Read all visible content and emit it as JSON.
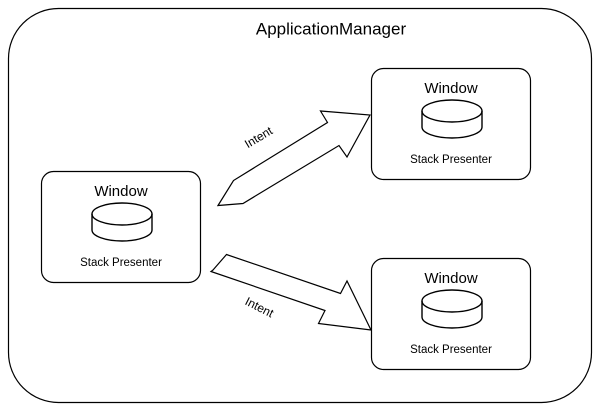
{
  "diagram": {
    "title": "ApplicationManager",
    "background_color": "#ffffff",
    "stroke_color": "#000000",
    "container": {
      "name": "ApplicationManager",
      "shape": "rounded-rectangle"
    },
    "nodes": [
      {
        "id": "window-left",
        "title": "Window",
        "icon": "cylinder-icon",
        "subtitle": "Stack Presenter"
      },
      {
        "id": "window-top-right",
        "title": "Window",
        "icon": "cylinder-icon",
        "subtitle": "Stack Presenter"
      },
      {
        "id": "window-bottom-right",
        "title": "Window",
        "icon": "cylinder-icon",
        "subtitle": "Stack Presenter"
      }
    ],
    "edges": [
      {
        "id": "edge-upper",
        "label": "Intent",
        "from": "window-left",
        "to": "window-top-right",
        "style": "block-arrow"
      },
      {
        "id": "edge-lower",
        "label": "Intent",
        "from": "window-left",
        "to": "window-bottom-right",
        "style": "block-arrow"
      }
    ]
  }
}
